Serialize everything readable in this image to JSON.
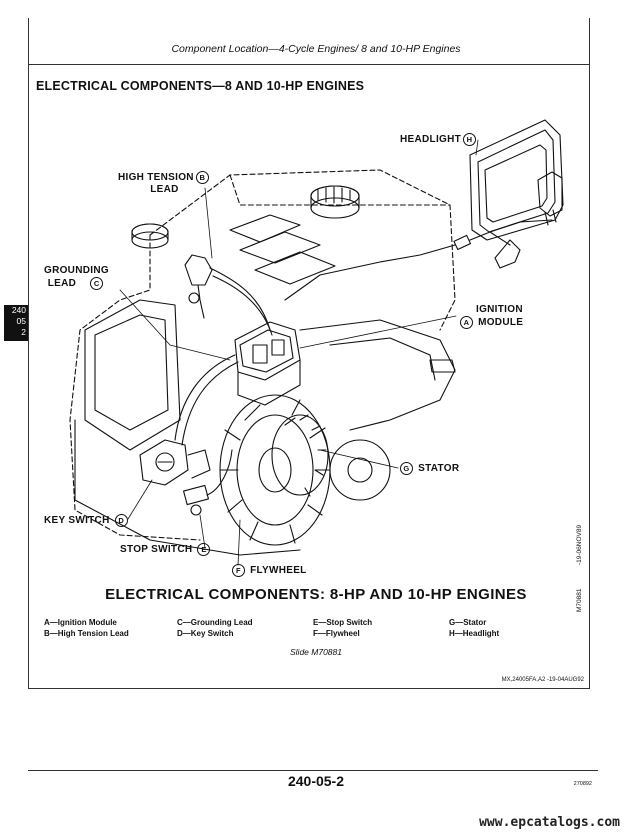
{
  "running_head": "Component Location—4-Cycle Engines/  8 and 10-HP Engines",
  "section_title": "ELECTRICAL COMPONENTS—8 AND 10-HP ENGINES",
  "side_tab": [
    "240",
    "05",
    "2"
  ],
  "callouts": {
    "headlight": {
      "label": "HEADLIGHT",
      "letter": "H"
    },
    "high_tension_lead": {
      "label_line1": "HIGH TENSION",
      "label_line2": "LEAD",
      "letter": "B"
    },
    "grounding_lead": {
      "label_line1": "GROUNDING",
      "label_line2": "LEAD",
      "letter": "C"
    },
    "ignition_module": {
      "label_line1": "IGNITION",
      "label_line2": "MODULE",
      "letter": "A"
    },
    "stator": {
      "label": "STATOR",
      "letter": "G"
    },
    "key_switch": {
      "label": "KEY SWITCH",
      "letter": "D"
    },
    "stop_switch": {
      "label": "STOP SWITCH",
      "letter": "E"
    },
    "flywheel": {
      "label": "FLYWHEEL",
      "letter": "F"
    }
  },
  "figure_code": "M70881",
  "figure_date_code": "-19-06NOV89",
  "caption": "ELECTRICAL COMPONENTS:  8-HP AND 10-HP ENGINES",
  "legend": [
    [
      "A—Ignition Module",
      "B—High Tension Lead"
    ],
    [
      "C—Grounding Lead",
      "D—Key Switch"
    ],
    [
      "E—Stop Switch",
      "F—Flywheel"
    ],
    [
      "G—Stator",
      "H—Headlight"
    ]
  ],
  "slide_ref": "Slide M70881",
  "source_id": "MX,24005FA,A2  -19-04AUG92",
  "page_number": "240-05-2",
  "tiny_code": "270892",
  "website": "www.epcatalogs.com",
  "colors": {
    "ink": "#111111",
    "background": "#ffffff"
  }
}
